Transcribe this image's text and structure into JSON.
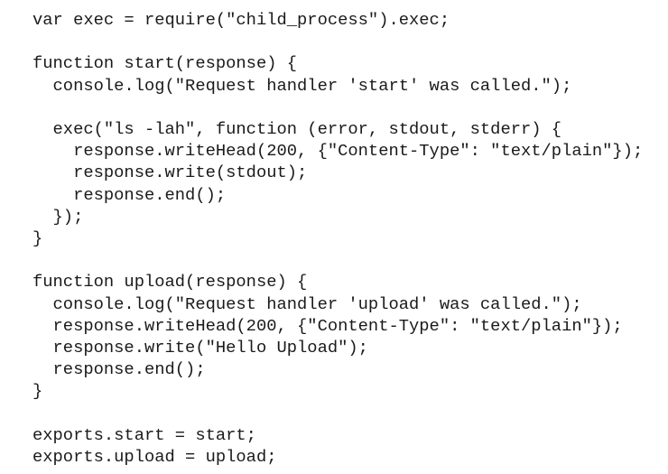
{
  "page": {
    "background_color": "#ffffff",
    "text_color": "#1a1a1a"
  },
  "code": {
    "lines": [
      "var exec = require(\"child_process\").exec;",
      "",
      "function start(response) {",
      "  console.log(\"Request handler 'start' was called.\");",
      "",
      "  exec(\"ls -lah\", function (error, stdout, stderr) {",
      "    response.writeHead(200, {\"Content-Type\": \"text/plain\"});",
      "    response.write(stdout);",
      "    response.end();",
      "  });",
      "}",
      "",
      "function upload(response) {",
      "  console.log(\"Request handler 'upload' was called.\");",
      "  response.writeHead(200, {\"Content-Type\": \"text/plain\"});",
      "  response.write(\"Hello Upload\");",
      "  response.end();",
      "}",
      "",
      "exports.start = start;",
      "exports.upload = upload;"
    ]
  }
}
